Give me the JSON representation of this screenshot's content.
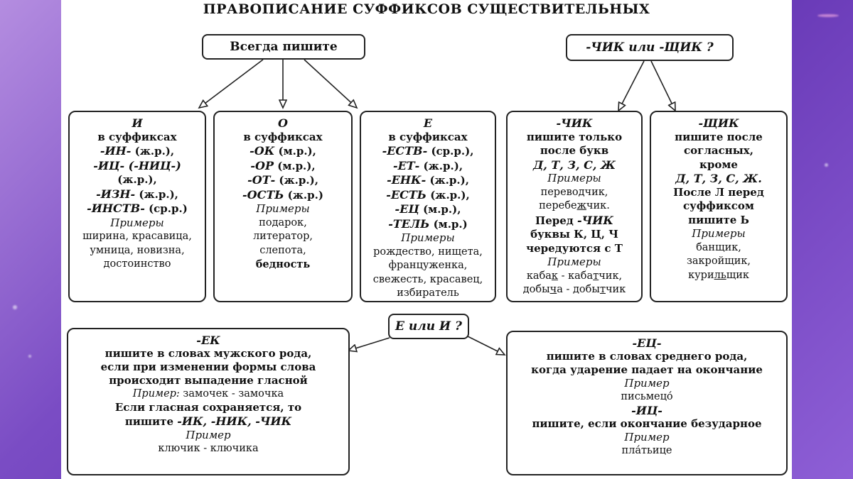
{
  "title": "ПРАВОПИСАНИЕ СУФФИКСОВ СУЩЕСТВИТЕЛЬНЫХ",
  "pills": {
    "always": "Всегда пишите",
    "chik_shchik": "-ЧИК или -ЩИК ?",
    "e_or_i": "Е или И ?"
  },
  "box_i": {
    "letter": "И",
    "in_suffixes": "в суффиксах",
    "lines": [
      {
        "suf": "-ИН-",
        "rest": " (ж.р.),"
      },
      {
        "suf": "-ИЦ-",
        "rest": " (-НИЦ-)"
      },
      {
        "suf": "",
        "rest": "(ж.р.),"
      },
      {
        "suf": "-ИЗН-",
        "rest": " (ж.р.),"
      },
      {
        "suf": "-ИНСТВ-",
        "rest": " (ср.р.)"
      }
    ],
    "examples_label": "Примеры",
    "examples": [
      "ширина, красавица,",
      "умница, новизна,",
      "достоинство"
    ]
  },
  "box_o": {
    "letter": "О",
    "in_suffixes": "в суффиксах",
    "lines": [
      {
        "suf": "-ОК",
        "rest": " (м.р.),"
      },
      {
        "suf": "-ОР",
        "rest": " (м.р.),"
      },
      {
        "suf": "-ОТ-",
        "rest": " (ж.р.),"
      },
      {
        "suf": "-ОСТЬ",
        "rest": " (ж.р.)"
      }
    ],
    "examples_label": "Примеры",
    "examples": [
      "подарок,",
      "литератор,",
      "слепота,",
      "бедность"
    ]
  },
  "box_e": {
    "letter": "Е",
    "in_suffixes": "в суффиксах",
    "lines": [
      {
        "suf": "-ЕСТВ-",
        "rest": " (ср.р.),"
      },
      {
        "suf": "-ЕТ-",
        "rest": " (ж.р.),"
      },
      {
        "suf": "-ЕНК-",
        "rest": " (ж.р.),"
      },
      {
        "suf": "-ЕСТЬ",
        "rest": " (ж.р.),"
      },
      {
        "suf": "-ЕЦ",
        "rest": " (м.р.),"
      },
      {
        "suf": "-ТЕЛЬ",
        "rest": " (м.р.)"
      }
    ],
    "examples_label": "Примеры",
    "examples": [
      "рождество, нищета,",
      "француженка,",
      "свежесть, красавец,",
      "избиратель"
    ]
  },
  "box_chik": {
    "header": "-ЧИК",
    "rule": [
      "пишите только",
      "после букв"
    ],
    "letters": "Д, Т, З, С, Ж",
    "examples_label": "Примеры",
    "examples_a": [
      "переводчик,"
    ],
    "perebezhchik": {
      "pre": "перебе",
      "ul": "ж",
      "post": "чик."
    },
    "before": {
      "pre": "Перед ",
      "suf": "-ЧИК"
    },
    "alternation": [
      "буквы К, Ц, Ч",
      "чередуются с Т"
    ],
    "examples_label_2": "Примеры",
    "kabak": {
      "pre": "каба",
      "ul1": "к",
      "mid": " - каба",
      "ul2": "т",
      "post": "чик,"
    },
    "dobycha": {
      "pre": "добы",
      "ul1": "ч",
      "mid": "а - добы",
      "ul2": "т",
      "post": "чик"
    }
  },
  "box_shchik": {
    "header": "-ЩИК",
    "rule": [
      "пишите после",
      "согласных,",
      "кроме"
    ],
    "letters": "Д, Т, З, С, Ж.",
    "after_l": [
      "После Л перед",
      "суффиксом",
      "пишите Ь"
    ],
    "examples_label": "Примеры",
    "examples": [
      "банщик,",
      "закройщик,"
    ],
    "kurilshchik": {
      "pre": "кури",
      "ul": "ль",
      "post": "щик"
    }
  },
  "box_ek": {
    "header": "-ЕК",
    "rule": [
      "пишите в словах мужского рода,",
      "если при изменении формы слова",
      "происходит выпадение гласной"
    ],
    "example_label": "Пример:",
    "example": " замочек - замочка",
    "kept": "Если гласная сохраняется, то",
    "write_pre": "пишите ",
    "write_sufs": "-ИК, -НИК, -ЧИК",
    "example_label_2": "Пример",
    "example_2": "ключик - ключика"
  },
  "box_ec": {
    "header": "-ЕЦ-",
    "rule": [
      "пишите в словах среднего рода,",
      "когда ударение падает на окончание"
    ],
    "example_label": "Пример",
    "example": "письмецо́",
    "header_2": "-ИЦ-",
    "rule_2": "пишите, если окончание безударное",
    "example_label_2": "Пример",
    "example_2": "пла́тьице"
  }
}
